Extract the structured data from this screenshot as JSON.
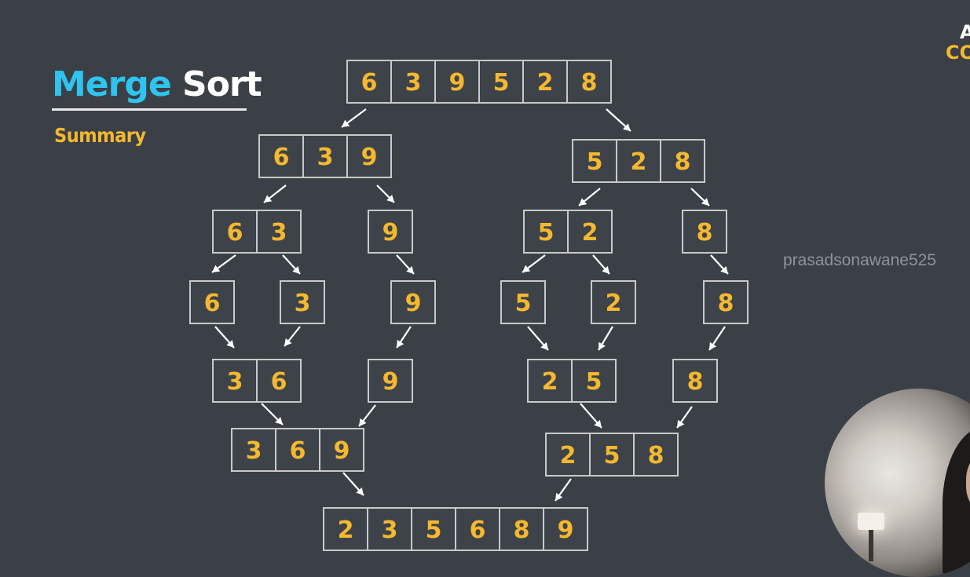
{
  "title": {
    "word1": "Merge",
    "word2": "Sort"
  },
  "subtitle": "Summary",
  "brand": {
    "line1": "A",
    "line2": "CO"
  },
  "watermark": "prasadsonawane525",
  "colors": {
    "background": "#3b4047",
    "digit": "#f5b82e",
    "title_accent": "#2ec4ee",
    "title_main": "#ffffff",
    "cell_border": "#c9c9c9",
    "arrow": "#ffffff"
  },
  "merge_sort": {
    "input": [
      6,
      3,
      9,
      5,
      2,
      8
    ],
    "split_level_1": [
      [
        6,
        3,
        9
      ],
      [
        5,
        2,
        8
      ]
    ],
    "split_level_2": [
      [
        6,
        3
      ],
      [
        9
      ],
      [
        5,
        2
      ],
      [
        8
      ]
    ],
    "split_level_3": [
      [
        6
      ],
      [
        3
      ],
      [
        9
      ],
      [
        5
      ],
      [
        2
      ],
      [
        8
      ]
    ],
    "merge_level_1": [
      [
        3,
        6
      ],
      [
        9
      ],
      [
        2,
        5
      ],
      [
        8
      ]
    ],
    "merge_level_2": [
      [
        3,
        6,
        9
      ],
      [
        2,
        5,
        8
      ]
    ],
    "output": [
      2,
      3,
      5,
      6,
      8,
      9
    ]
  },
  "presenter_video": "presenter-webcam"
}
